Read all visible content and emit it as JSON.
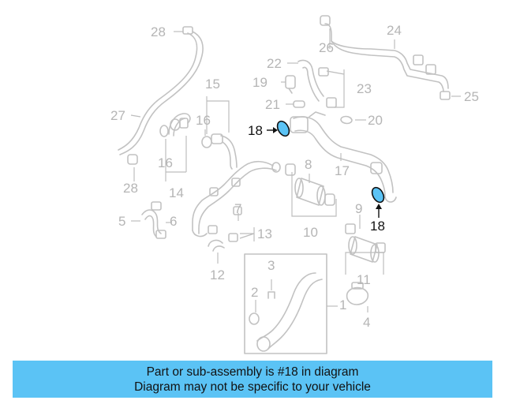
{
  "callouts": {
    "c1": "1",
    "c2": "2",
    "c3": "3",
    "c4": "4",
    "c5": "5",
    "c6": "6",
    "c7": "7",
    "c8": "8",
    "c9": "9",
    "c10": "10",
    "c11": "11",
    "c12": "12",
    "c13": "13",
    "c14": "14",
    "c15": "15",
    "c16a": "16",
    "c16b": "16",
    "c17": "17",
    "c18a": "18",
    "c18b": "18",
    "c19": "19",
    "c20": "20",
    "c21": "21",
    "c22": "22",
    "c23": "23",
    "c24": "24",
    "c25": "25",
    "c26": "26",
    "c27": "27",
    "c28a": "28",
    "c28b": "28"
  },
  "banner": {
    "line1": "Part or sub-assembly is #18 in diagram",
    "line2": "Diagram may not be specific to your vehicle"
  },
  "colors": {
    "highlight": "#5bc3f5",
    "callout": "#b5b5b5",
    "banner": "#5bc3f5"
  }
}
